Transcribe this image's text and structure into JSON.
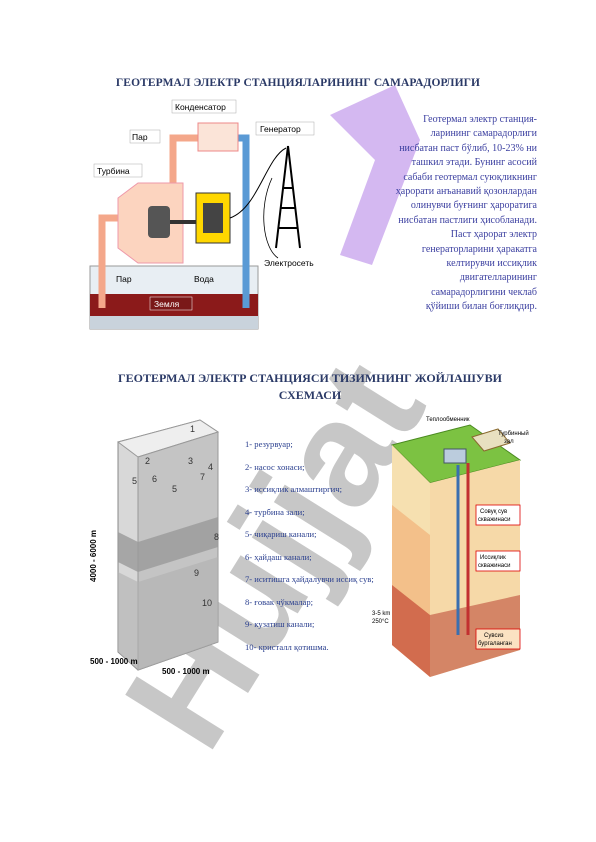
{
  "titles": {
    "top": "ГЕОТЕРМАЛ ЭЛЕКТР СТАНЦИЯЛАРИНИНГ САМАРАДОРЛИГИ",
    "middle_line1": "ГЕОТЕРМАЛ ЭЛЕКТР СТАНЦИЯСИ ТИЗИМНИНГ ЖОЙЛАШУВИ",
    "middle_line2": "СХЕМАСИ"
  },
  "paragraph": {
    "lines": [
      "Геотермал электр станция-",
      "ларининг самарадорлиги",
      "нисбатан паст бўлиб, 10-23% ни",
      "ташкил этади. Бунинг асосий",
      "сабаби геотермал суюқликнинг",
      "ҳарорати анъанавий қозонлардан",
      "олинувчи буғнинг ҳароратига",
      "нисбатан пастлиги ҳисобланади.",
      "Паст ҳарорат электр",
      "генераторларини ҳаракатга",
      "келтирувчи иссиқлик",
      "двигателларининг",
      "самарадорлигини  чеклаб",
      "қўйиши билан боғлиқдир."
    ]
  },
  "diagram1": {
    "condenser": "Конденсатор",
    "generator": "Генератор",
    "steam_top": "Пар",
    "turbine": "Турбина",
    "steam_bottom": "Пар",
    "water": "Вода",
    "earth": "Земля",
    "grid": "Электросеть"
  },
  "diagram2": {
    "depth": "4000 - 6000 m",
    "width_left": "500 - 1000 m",
    "width_right": "500 - 1000 m",
    "numbers": [
      "1",
      "2",
      "3",
      "4",
      "5",
      "5",
      "6",
      "7",
      "8",
      "9",
      "10"
    ]
  },
  "legend": {
    "items": [
      "1- резурвуар;",
      "2- насос хонаси;",
      "3- иссиқлик алмаштиргич;",
      "4- турбина зали;",
      "5- чиқариш канали;",
      "6- ҳайдаш канали;",
      "7- иситишга ҳайдалувчи иссиқ сув;",
      "8- ғовак чўкмалар;",
      "9- кузатиш канали;",
      "10- кристалл қотишма."
    ]
  },
  "diagram3": {
    "heat_exchanger": "Теплообменник",
    "turbine_hall_1": "Турбинный",
    "turbine_hall_2": "зал",
    "cold_well_1": "Совуқ сув",
    "cold_well_2": "скважинаси",
    "hot_well_1": "Иссиқлик",
    "hot_well_2": "скважинаси",
    "depth": "3-5 km",
    "temp": "250°C",
    "dry_rock_1": "Сувсиз",
    "dry_rock_2": "бургаланган"
  },
  "watermark": {
    "text": "Hujjat",
    "color": "#9b9b9b",
    "accent": "#c39be6"
  }
}
